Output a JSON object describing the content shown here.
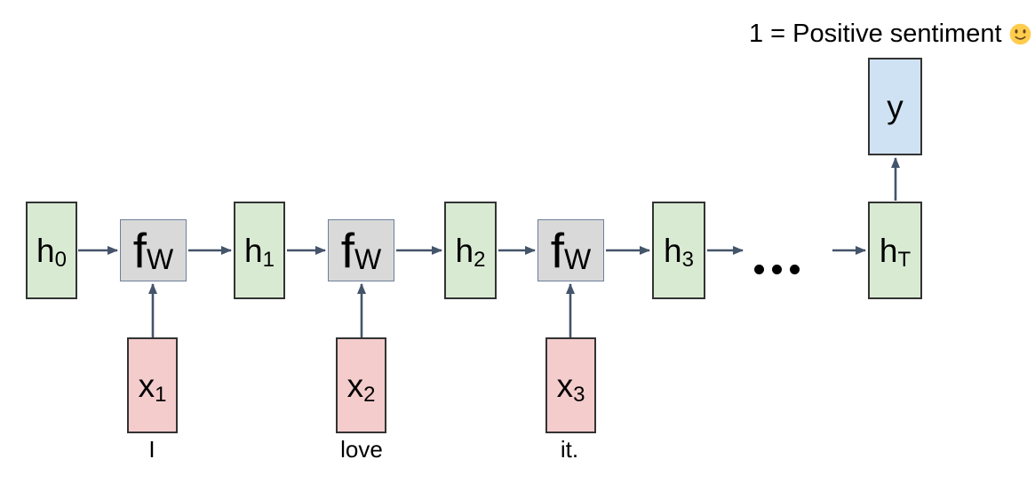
{
  "title": {
    "text": "1 = Positive sentiment",
    "emoji_icon": "slightly-smiling-face"
  },
  "nodes": {
    "hidden_states": [
      {
        "base": "h",
        "sub": "0"
      },
      {
        "base": "h",
        "sub": "1"
      },
      {
        "base": "h",
        "sub": "2"
      },
      {
        "base": "h",
        "sub": "3"
      },
      {
        "base": "h",
        "sub": "T"
      }
    ],
    "cells": [
      {
        "base": "f",
        "sub": "W"
      },
      {
        "base": "f",
        "sub": "W"
      },
      {
        "base": "f",
        "sub": "W"
      }
    ],
    "inputs": [
      {
        "base": "x",
        "sub": "1"
      },
      {
        "base": "x",
        "sub": "2"
      },
      {
        "base": "x",
        "sub": "3"
      }
    ],
    "output": {
      "label": "y"
    }
  },
  "input_words": [
    "I",
    "love",
    "it."
  ],
  "ellipsis": "…",
  "colors": {
    "hidden_fill": "#d9ead3",
    "hidden_border": "#333333",
    "cell_fill": "#d9d9d9",
    "cell_border": "#6e7f99",
    "input_fill": "#f4cccc",
    "input_border": "#333333",
    "output_fill": "#cfe2f3",
    "output_border": "#333333",
    "arrow": "#44546a",
    "dots": "#000000",
    "text": "#000000"
  }
}
